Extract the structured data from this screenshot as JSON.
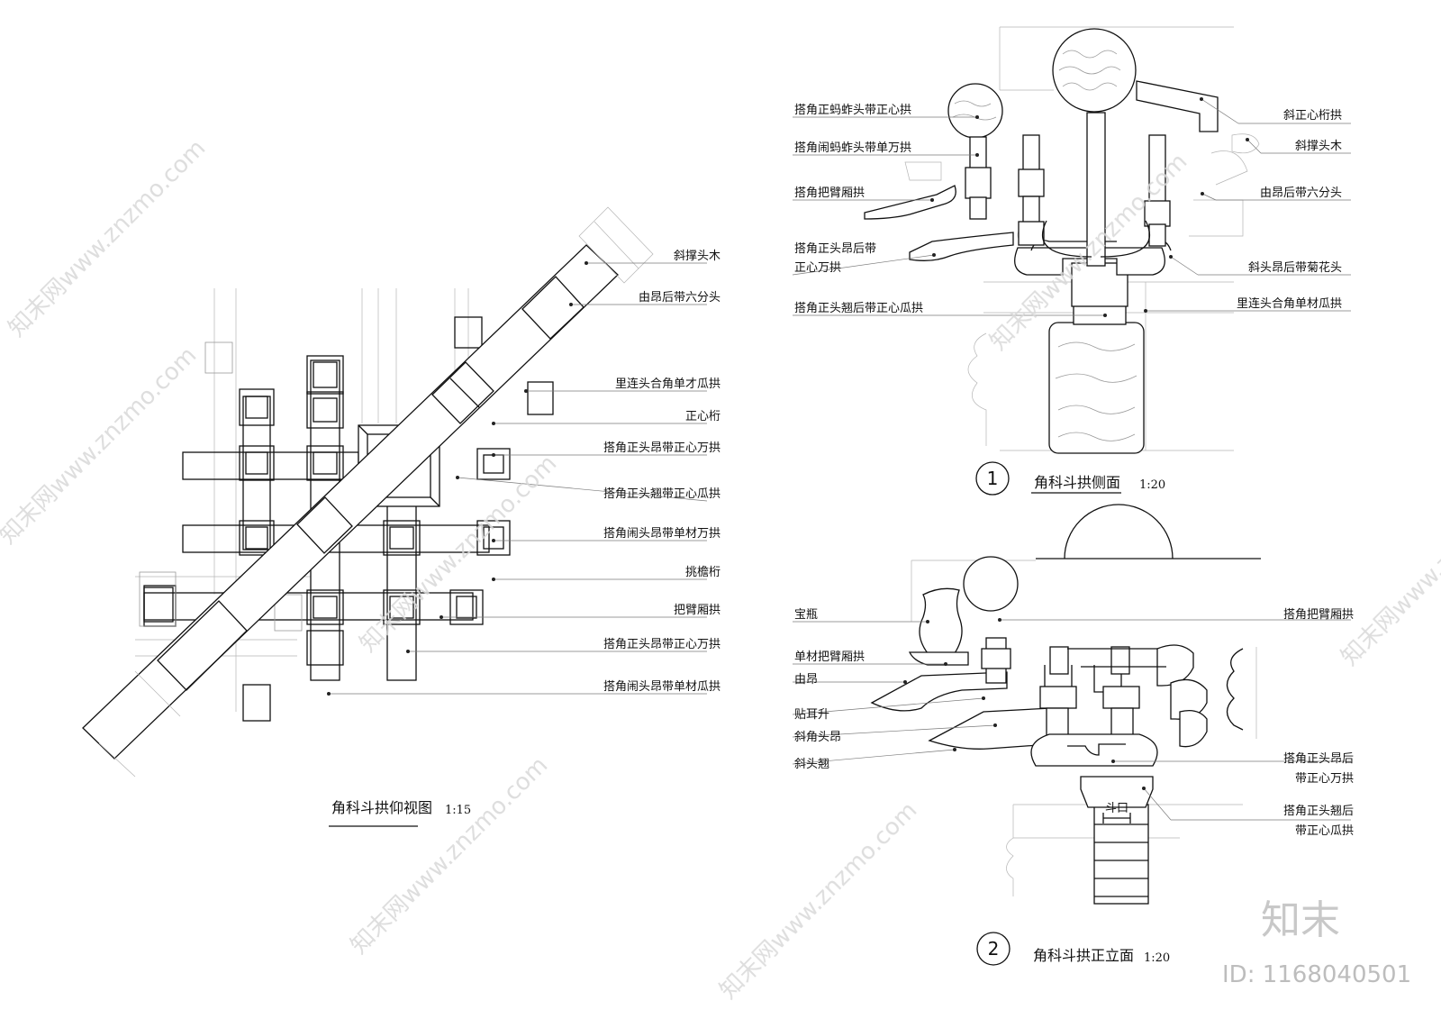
{
  "plan": {
    "title": "角科斗拱仰视图",
    "scale": "1:15",
    "labels": [
      "斜撑头木",
      "由昂后带六分头",
      "里连头合角单才瓜拱",
      "正心桁",
      "搭角正头昂带正心万拱",
      "搭角正头翘带正心瓜拱",
      "搭角闹头昂带单材万拱",
      "挑檐桁",
      "把臂厢拱",
      "搭角正头昂带正心万拱",
      "搭角闹头昂带单材瓜拱"
    ]
  },
  "side": {
    "number": "1",
    "title": "角科斗拱侧面",
    "scale": "1:20",
    "left_labels": [
      "搭角正蚂蚱头带正心拱",
      "搭角闹蚂蚱头带单万拱",
      "搭角把臂厢拱",
      "搭角正头昂后带",
      "正心万拱",
      "搭角正头翘后带正心瓜拱"
    ],
    "right_labels": [
      "斜正心桁拱",
      "斜撑头木",
      "由昂后带六分头",
      "斜头昂后带菊花头",
      "里连头合角单材瓜拱"
    ]
  },
  "front": {
    "number": "2",
    "title": "角科斗拱正立面",
    "scale": "1:20",
    "left_labels": [
      "宝瓶",
      "单材把臂厢拱",
      "由昂",
      "贴耳升",
      "斜角头昂",
      "斜头翘"
    ],
    "right_labels": [
      "搭角把臂厢拱",
      "搭角正头昂后",
      "带正心万拱",
      "搭角正头翘后",
      "带正心瓜拱"
    ],
    "dou_kou": "斗口"
  },
  "watermark": {
    "text": "知末网www.znzmo.com",
    "brand": "知末",
    "id": "ID: 1168040501"
  }
}
